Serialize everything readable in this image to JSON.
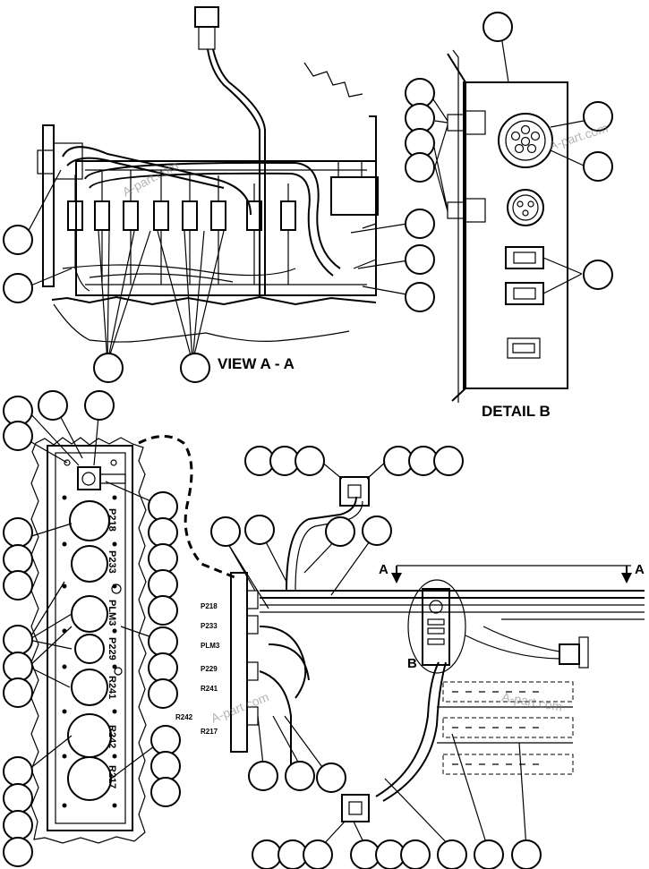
{
  "views": {
    "view_a": "VIEW A - A",
    "detail_b": "DETAIL B"
  },
  "section_marks": {
    "left": "A",
    "right": "A",
    "detail": "B"
  },
  "panel_labels": {
    "upper": [
      "P218",
      "P233",
      "PLM3",
      "P229",
      "R241",
      "R242",
      "R217"
    ],
    "lower": [
      "P218",
      "P233",
      "PLM3",
      "P229",
      "R241",
      "R242",
      "R217"
    ]
  },
  "watermark": "A-part.com"
}
